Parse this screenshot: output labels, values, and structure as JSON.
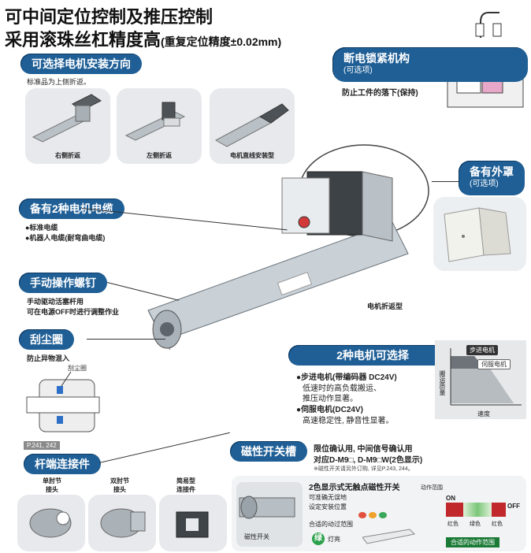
{
  "header": {
    "title_line1": "可中间定位控制及推压控制",
    "title_line2_main": "采用滚珠丝杠精度高",
    "title_line2_note": "(重复定位精度±0.02mm)"
  },
  "motor_mount": {
    "label": "可选择电机安装方向",
    "note": "标准品为上侧折返。",
    "options": [
      "右侧折返",
      "左侧折返",
      "电机直线安装型"
    ]
  },
  "brake": {
    "label": "断电锁紧机构",
    "sub": "(可选项)",
    "desc": "防止工件的落下(保持)"
  },
  "cover": {
    "label": "备有外罩",
    "sub": "(可选项)"
  },
  "cable": {
    "label": "备有2种电机电缆",
    "items": [
      "●标准电缆",
      "●机器人电缆(耐弯曲电缆)"
    ]
  },
  "screw": {
    "label": "手动操作螺钉",
    "desc1": "手动驱动活塞杆用",
    "desc2": "可在电源OFF时进行调整作业"
  },
  "motor_fold_label": "电机折返型",
  "scraper": {
    "label": "刮尘圈",
    "desc": "防止异物混入",
    "callout": "刮尘圈",
    "page_ref": "P.241, 242"
  },
  "motors": {
    "label": "2种电机可选择",
    "stepper_title": "●步进电机(带编码器 DC24V)",
    "stepper_d1": "低速时的高负载搬运、",
    "stepper_d2": "推压动作显著。",
    "servo_title": "●伺服电机(DC24V)",
    "servo_d1": "高速稳定性, 静音性显著。"
  },
  "graph": {
    "legend_stepper": "步进电机",
    "legend_servo": "伺服电机",
    "y_label": "搬运质量",
    "x_label": "速度"
  },
  "rod_end": {
    "label": "杆端连接件",
    "options": [
      "单肘节\n接头",
      "双肘节\n接头",
      "简易型\n连接件"
    ]
  },
  "switch": {
    "label": "磁性开关槽",
    "desc1": "限位确认用, 中间信号确认用",
    "desc2": "对应D-M9□, D-M9□W(2色显示)",
    "note": "※磁性开关请另外订购, 详见P.243, 244。",
    "box_title": "2色显示式无触点磁性开关",
    "box_d1": "可准确无误地",
    "box_d2": "设定安装位置",
    "photo_label": "磁性开关",
    "range_label": "合适的动过范围",
    "green_char": "绿",
    "lamp": "灯亮",
    "diag_range": "动作范围",
    "on": "ON",
    "off": "OFF",
    "red": "红色",
    "green": "绿色",
    "suitable": "合适的动作范围"
  },
  "colors": {
    "pill": "#1f5f96",
    "green": "#2aa14a",
    "red": "#c0282c"
  }
}
